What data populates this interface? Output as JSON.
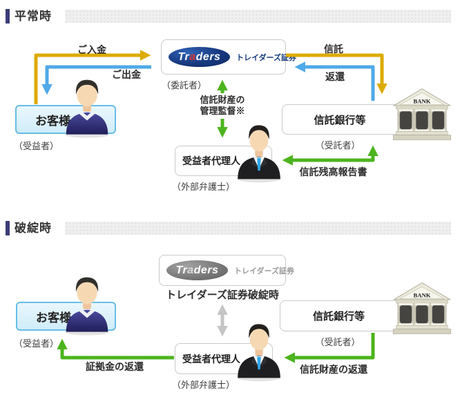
{
  "colors": {
    "deposit_yellow": "#ddab00",
    "flow_blue": "#4fa9e8",
    "flow_green": "#4cb41e",
    "inactive_gray": "#c5c5c5",
    "brand_navy": "#143a7d",
    "brand_red": "#e03a30",
    "header_bar": "#3c3c78",
    "customer_box_border": "#66bde6"
  },
  "normal": {
    "title": "平常時",
    "customer": {
      "label": "お客様",
      "role": "（受益者）"
    },
    "traders": {
      "logo_pre": "Tr",
      "logo_accent": "a",
      "logo_post": "ders",
      "name": "トレイダーズ証券",
      "role": "（委託者）"
    },
    "bank": {
      "label": "信託銀行等",
      "role": "（受託者）",
      "icon_label": "BANK"
    },
    "agent": {
      "label": "受益者代理人",
      "role": "（外部弁護士）"
    },
    "flows": {
      "deposit": "ご入金",
      "withdrawal": "ご出金",
      "trust": "信託",
      "trust_return": "返還",
      "supervision_line1": "信託財産の",
      "supervision_line2": "管理監督※",
      "balance_report": "信託残高報告書"
    }
  },
  "failure": {
    "title": "破綻時",
    "status_note": "トレイダーズ証券破綻時",
    "customer": {
      "label": "お客様",
      "role": "（受益者）"
    },
    "traders": {
      "logo_pre": "Tr",
      "logo_accent": "a",
      "logo_post": "ders",
      "name": "トレイダーズ証券"
    },
    "bank": {
      "label": "信託銀行等",
      "role": "（受託者）",
      "icon_label": "BANK"
    },
    "agent": {
      "label": "受益者代理人",
      "role": "（外部弁護士）"
    },
    "flows": {
      "margin_return": "証拠金の返還",
      "trust_asset_return": "信託財産の返還"
    }
  }
}
